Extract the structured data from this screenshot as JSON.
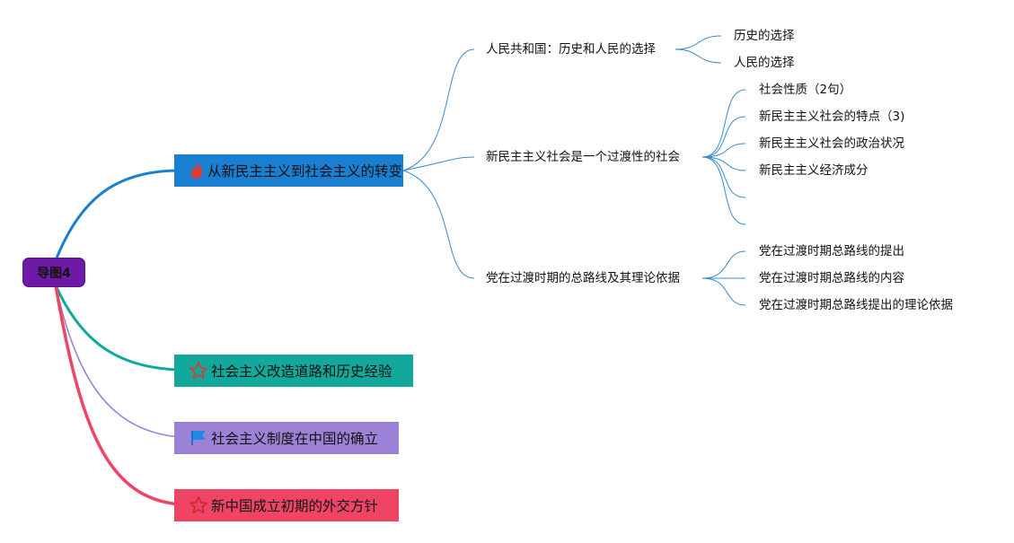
{
  "root": {
    "label": "导图4"
  },
  "topics": [
    {
      "label": "从新民主主义到社会主义的转变",
      "icon": "fire-icon",
      "color": "#1a7fd1"
    },
    {
      "label": "社会主义改造道路和历史经验",
      "icon": "star-icon",
      "color": "#12a89c"
    },
    {
      "label": "社会主义制度在中国的确立",
      "icon": "flag-icon",
      "color": "#9c82d6"
    },
    {
      "label": "新中国成立初期的外交方针",
      "icon": "star-icon",
      "color": "#ef4464"
    }
  ],
  "subtopics": [
    {
      "label": "人民共和国：历史和人民的选择",
      "children": [
        "历史的选择",
        "人民的选择"
      ]
    },
    {
      "label": "新民主主义社会是一个过渡性的社会",
      "children": [
        "社会性质（2句）",
        "新民主主义社会的特点（3)",
        "新民主主义社会的政治状况",
        "新民主主义经济成分",
        "",
        ""
      ]
    },
    {
      "label": "党在过渡时期的总路线及其理论依据",
      "children": [
        "党在过渡时期总路线的提出",
        "党在过渡时期总路线的内容",
        "党在过渡时期总路线提出的理论依据"
      ]
    }
  ]
}
